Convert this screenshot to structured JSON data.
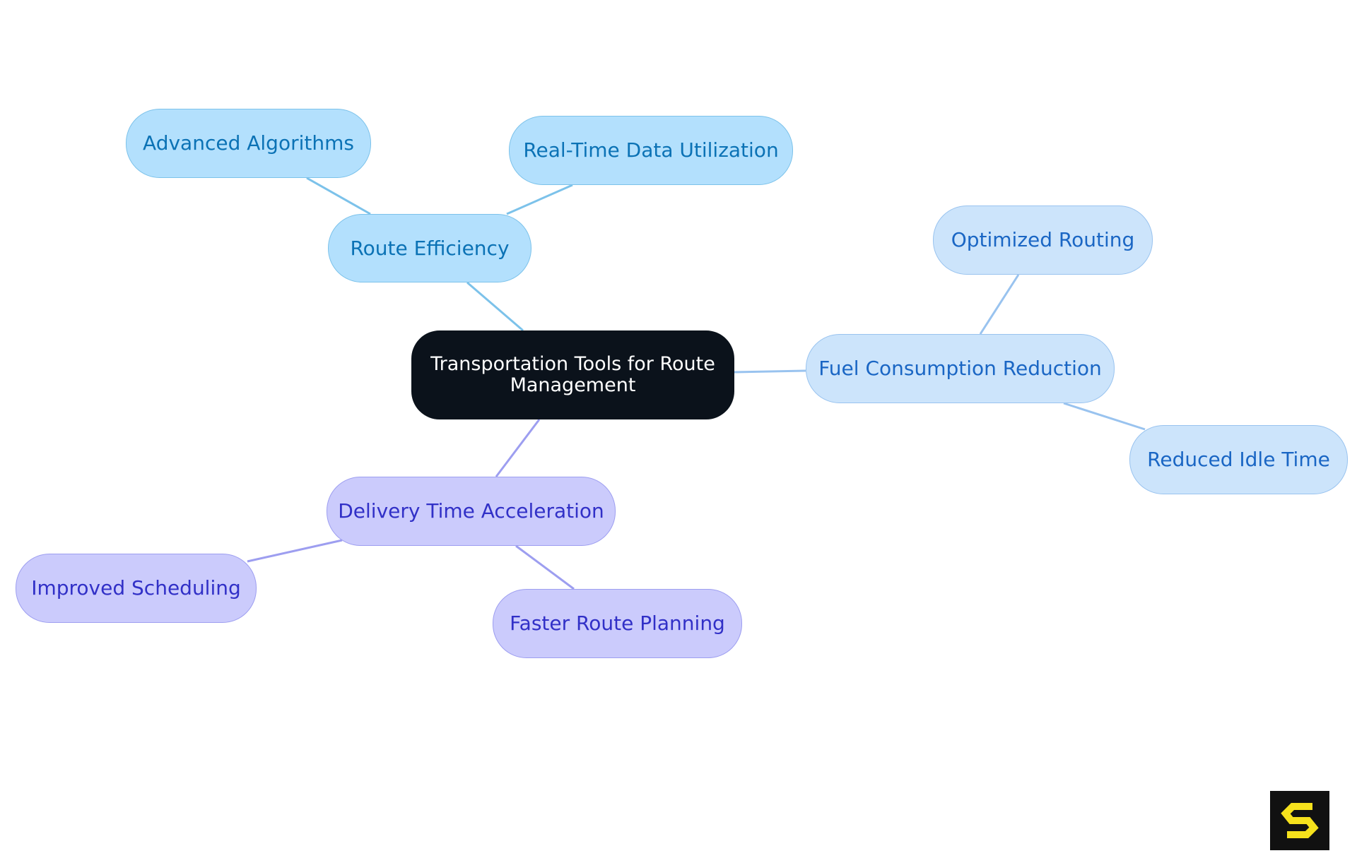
{
  "diagram": {
    "root": {
      "label": "Transportation Tools for Route Management"
    },
    "branches": [
      {
        "id": "route-efficiency",
        "label": "Route Efficiency",
        "children": [
          {
            "id": "advanced-algorithms",
            "label": "Advanced Algorithms"
          },
          {
            "id": "real-time-data-utilization",
            "label": "Real-Time Data Utilization"
          }
        ]
      },
      {
        "id": "fuel-consumption-reduction",
        "label": "Fuel Consumption Reduction",
        "children": [
          {
            "id": "optimized-routing",
            "label": "Optimized Routing"
          },
          {
            "id": "reduced-idle-time",
            "label": "Reduced Idle Time"
          }
        ]
      },
      {
        "id": "delivery-time-acceleration",
        "label": "Delivery Time Acceleration",
        "children": [
          {
            "id": "improved-scheduling",
            "label": "Improved Scheduling"
          },
          {
            "id": "faster-route-planning",
            "label": "Faster Route Planning"
          }
        ]
      }
    ]
  },
  "colors": {
    "root_fill": "#0b121b",
    "root_text": "#ffffff",
    "route_efficiency_fill": "#b3e0fd",
    "route_efficiency_border": "#7cc2ea",
    "route_efficiency_text": "#0b72b5",
    "fuel_fill": "#cce4fb",
    "fuel_border": "#99c3ef",
    "fuel_text": "#1a66c4",
    "delivery_fill": "#cbcbfc",
    "delivery_border": "#9d9ef0",
    "delivery_text": "#3130c7",
    "edge_route": "#7cc2ea",
    "edge_fuel": "#99c3ef",
    "edge_delivery": "#9d9ef0",
    "logo_bg": "#111111",
    "logo_mark": "#f5e11c"
  },
  "icons": {
    "brand_logo": "brand-s-logo-icon"
  }
}
